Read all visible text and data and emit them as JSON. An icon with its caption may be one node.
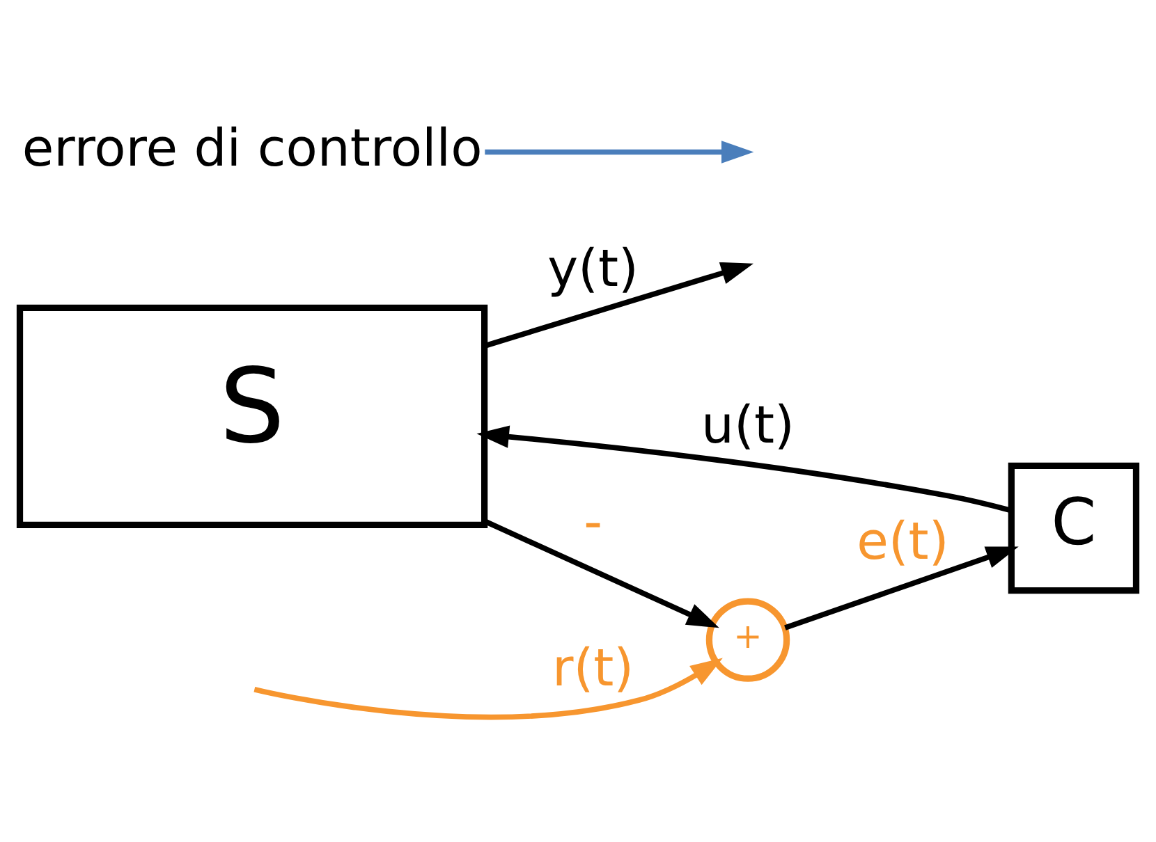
{
  "diagram": {
    "nodes": [
      {
        "text": [
          "S"
        ]
      },
      {
        "text": [
          "C"
        ]
      },
      {
        "text": [
          "+"
        ]
      },
      {
        "text": [
          "errore di controllo"
        ]
      }
    ],
    "edges": [
      {
        "from": 1,
        "to": 0,
        "arrow": "to",
        "label": "u(t)"
      },
      {
        "from": 0,
        "to": null,
        "arrow": "to",
        "label": "y(t)"
      },
      {
        "from": 0,
        "to": 2,
        "arrow": "to",
        "label": "-"
      },
      {
        "from": 2,
        "to": 1,
        "arrow": "to",
        "label": "e(t)"
      },
      {
        "from": null,
        "to": 2,
        "arrow": "to",
        "label": "r(t)",
        "color": "#f7962f"
      },
      {
        "from": 3,
        "to": null,
        "arrow": "to",
        "color": "#4a7ebb"
      }
    ]
  }
}
